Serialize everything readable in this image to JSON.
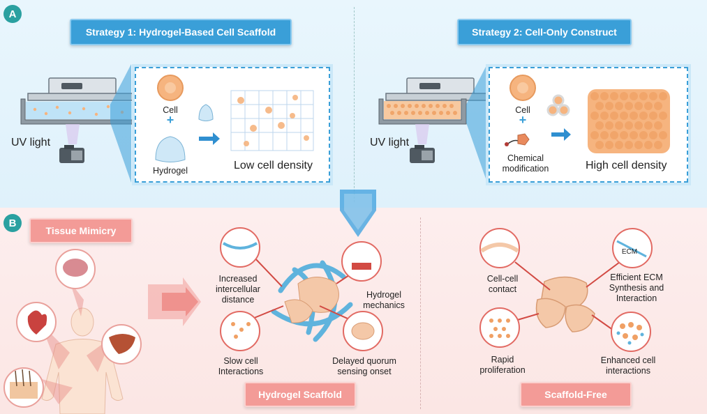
{
  "panel_a": {
    "label": "A",
    "strategy1": {
      "title": "Strategy 1: Hydrogel-Based Cell Scaffold",
      "uv_light": "UV light",
      "cell": "Cell",
      "hydrogel": "Hydrogel",
      "result": "Low cell density"
    },
    "strategy2": {
      "title": "Strategy 2: Cell-Only Construct",
      "uv_light": "UV light",
      "cell": "Cell",
      "chemical_modification": "Chemical\nmodification",
      "result": "High cell density"
    }
  },
  "panel_b": {
    "label": "B",
    "tissue_mimicry": "Tissue Mimicry",
    "hydrogel_scaffold": {
      "title": "Hydrogel Scaffold",
      "increased_distance": "Increased\nintercellular\ndistance",
      "hydrogel_mechanics": "Hydrogel\nmechanics",
      "slow_interactions": "Slow cell\nInteractions",
      "delayed_quorum": "Delayed quorum\nsensing onset"
    },
    "scaffold_free": {
      "title": "Scaffold-Free",
      "cell_cell_contact": "Cell-cell\ncontact",
      "efficient_ecm": "Efficient ECM\nSynthesis and\nInteraction",
      "ecm_tag": "ECM",
      "rapid_proliferation": "Rapid\nproliferation",
      "enhanced_interactions": "Enhanced cell\ninteractions"
    }
  },
  "colors": {
    "accent_blue": "#3a9fd8",
    "accent_pink": "#f39b97",
    "cell_orange": "#f6b47f",
    "arrow_red": "#d24a43"
  }
}
